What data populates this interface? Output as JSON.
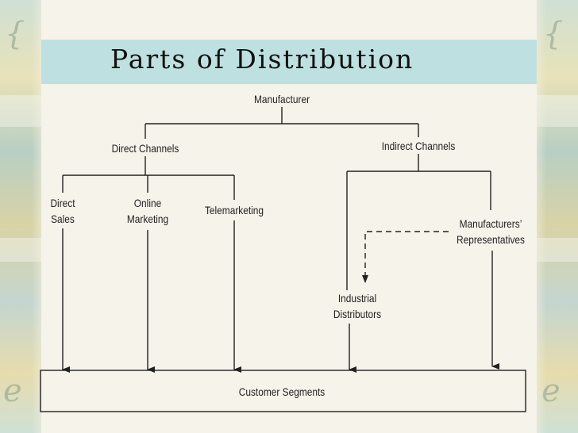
{
  "title": "Parts of Distribution",
  "nodes": {
    "manufacturer": "Manufacturer",
    "direct_channels": "Direct Channels",
    "indirect_channels": "Indirect Channels",
    "direct_sales_line1": "Direct",
    "direct_sales_line2": "Sales",
    "online_marketing_line1": "Online",
    "online_marketing_line2": "Marketing",
    "telemarketing": "Telemarketing",
    "manufacturers_reps_line1": "Manufacturers’",
    "manufacturers_reps_line2": "Representatives",
    "industrial_distributors_line1": "Industrial",
    "industrial_distributors_line2": "Distributors",
    "customer_segments": "Customer Segments"
  },
  "colors": {
    "title_bar": "#bfe0e0",
    "line": "#222222"
  }
}
